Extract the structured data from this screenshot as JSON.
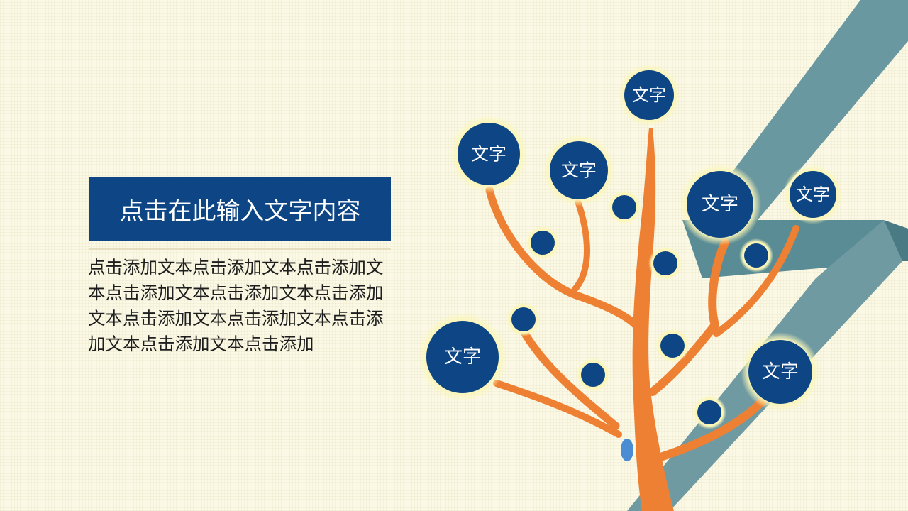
{
  "title": "点击在此输入文字内容",
  "body": "点击添加文本点击添加文本点击添加文本点击添加文本点击添加文本点击添加文本点击添加文本点击添加文本点击添加文本点击添加文本点击添加",
  "nodes": [
    {
      "label": "文字"
    },
    {
      "label": "文字"
    },
    {
      "label": "文字"
    },
    {
      "label": "文字"
    },
    {
      "label": "文字"
    },
    {
      "label": "文字"
    },
    {
      "label": "文字"
    }
  ],
  "colors": {
    "background": "#fbf9e6",
    "accent_blue": "#0d4585",
    "branch_orange": "#ee8033",
    "ribbon_teal": "#6a98a0",
    "glow": "#fbf6b8"
  }
}
